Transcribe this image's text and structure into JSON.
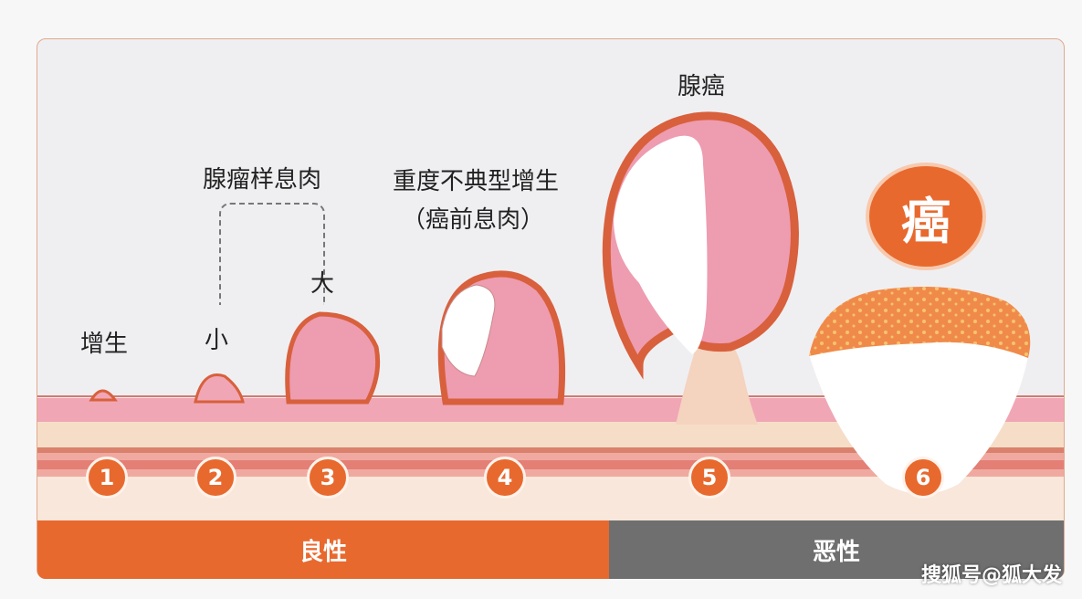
{
  "labels": {
    "hyperplasia": "增生",
    "adenomatous_polyp": "腺瘤样息肉",
    "small": "小",
    "large": "大",
    "severe_dysplasia": "重度不典型增生",
    "precancerous_polyp": "（癌前息肉）",
    "adenocarcinoma": "腺癌",
    "cancer": "癌"
  },
  "stages": [
    "1",
    "2",
    "3",
    "4",
    "5",
    "6"
  ],
  "bars": {
    "benign": "良性",
    "malignant": "恶性"
  },
  "watermark": "搜狐号@狐大发",
  "colors": {
    "accent": "#e8692e",
    "benign_bar": "#e8692e",
    "malignant_bar": "#6f6f6f",
    "mucosa": "#f0a6b4",
    "tissue": "#f6ddc8"
  }
}
